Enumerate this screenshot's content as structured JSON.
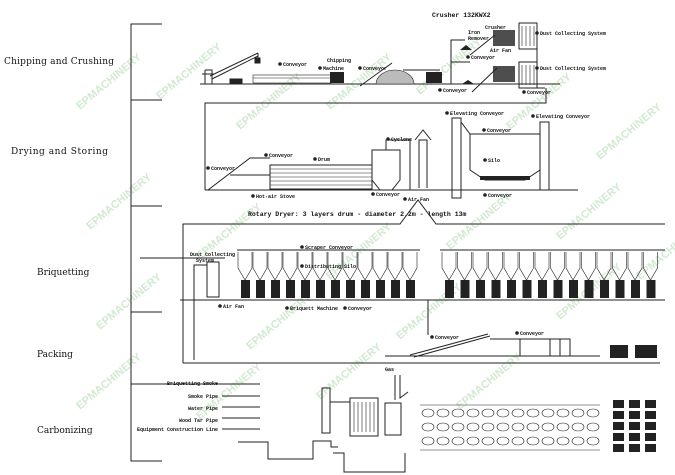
{
  "stages": [
    "Chipping and Crushing",
    "Drying and Storing",
    "Briquetting",
    "Packing",
    "Carbonizing"
  ],
  "chipping": {
    "crusher_title": "Crusher 132KWX2",
    "conveyor": "Conveyor",
    "chipping_machine": [
      "Chipping",
      "Machine"
    ],
    "iron_remover": [
      "Iron",
      "Remover"
    ],
    "crusher": "Crusher",
    "dust_collecting": "Dust Collecting System",
    "air_fan": "Air Fan"
  },
  "drying": {
    "conveyor": "Conveyor",
    "drum": "Drum",
    "hot_air_stove": "Hot-air Stove",
    "cyclone": "Cyclone",
    "air_fan": "Air Fan",
    "elevating_conveyor": "Elevating Conveyor",
    "silo": "Silo",
    "caption": "Rotary Dryer: 3 layers drum - diameter 2.2m - length 13m"
  },
  "briquetting": {
    "dust_collecting": [
      "Dust Collecting",
      "System"
    ],
    "scraper_conveyor": "Scraper Conveyor",
    "distributing_silo": "Distributing Silo",
    "air_fan": "Air Fan",
    "briquett_machine": "Briquett Machine",
    "conveyor": "Conveyor"
  },
  "packing": {
    "conveyor": "Conveyor"
  },
  "carbonizing": {
    "gas": "Gas",
    "legend": [
      "Briquetting Smoke",
      "Smoke Pipe",
      "Water Pipe",
      "Wood Tar Pipe",
      "Equipment Construction Line"
    ]
  },
  "watermark": "EPMACHINERY"
}
